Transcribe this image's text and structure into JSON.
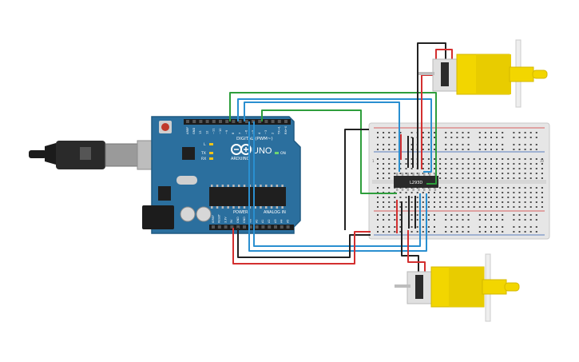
{
  "arduino": {
    "brand": "ARDUINO",
    "model": "UNO",
    "header_digital": "DIGITAL (PWM~)",
    "header_power": "POWER",
    "header_analog": "ANALOG IN",
    "led_tx": "TX",
    "led_rx": "RX",
    "led_l": "L",
    "led_on": "ON",
    "digital_pins": [
      "AREF",
      "GND",
      "13",
      "12",
      "~11",
      "~10",
      "~9",
      "8",
      "7",
      "~6",
      "~5",
      "4",
      "~3",
      "2",
      "TX→1",
      "RX←0"
    ],
    "power_pins": [
      "IOREF",
      "RESET",
      "3.3V",
      "5V",
      "GND",
      "GND",
      "Vin"
    ],
    "analog_pins": [
      "A0",
      "A1",
      "A2",
      "A3",
      "A4",
      "A5"
    ]
  },
  "driver_chip": {
    "label": "L293D"
  },
  "breadboard": {
    "column_start": "1",
    "column_end": "30"
  },
  "colors": {
    "wire_red": "#d32f2f",
    "wire_black": "#222222",
    "wire_green": "#2e9e3c",
    "wire_blue": "#2a8fd0",
    "arduino_board": "#2b6f9e",
    "motor_yellow": "#f2d600"
  }
}
